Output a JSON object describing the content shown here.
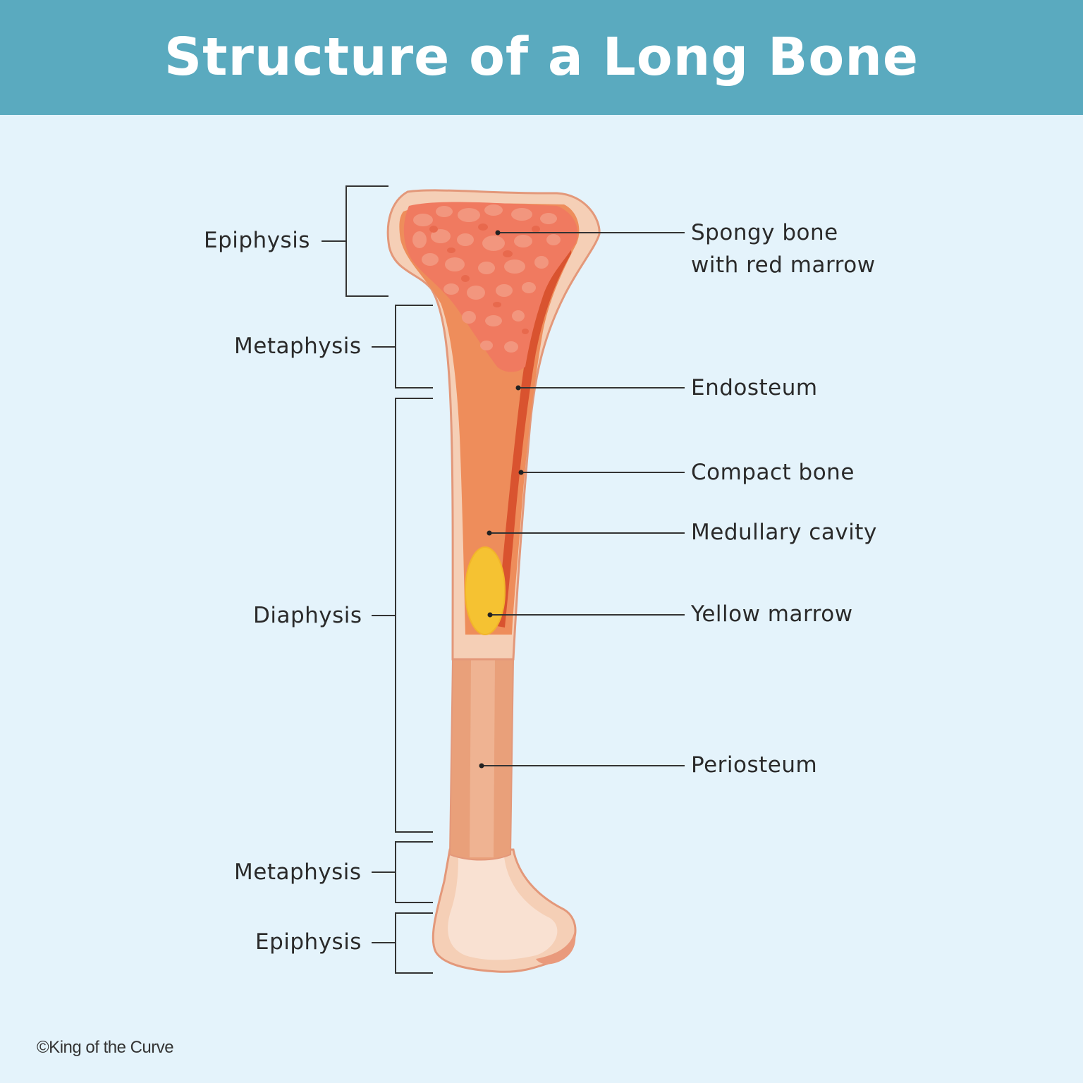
{
  "header": {
    "title": "Structure of a Long Bone"
  },
  "left_labels": {
    "epiphysis_top": "Epiphysis",
    "metaphysis_top": "Metaphysis",
    "diaphysis": "Diaphysis",
    "metaphysis_bottom": "Metaphysis",
    "epiphysis_bottom": "Epiphysis"
  },
  "right_labels": {
    "spongy_line1": "Spongy bone",
    "spongy_line2": "with red marrow",
    "endosteum": "Endosteum",
    "compact_bone": "Compact bone",
    "medullary_cavity": "Medullary cavity",
    "yellow_marrow": "Yellow marrow",
    "periosteum": "Periosteum"
  },
  "footer": {
    "copyright": "©King of the Curve"
  },
  "colors": {
    "header_bg": "#5aaabf",
    "background": "#e4f3fb",
    "bone_outline": "#e3987a",
    "bone_light": "#f5cfb6",
    "compact": "#ee8d5b",
    "spongy": "#f07a60",
    "red_marrow": "#e05a3a",
    "yellow_marrow": "#f5c232",
    "periosteum": "#eaa884"
  }
}
